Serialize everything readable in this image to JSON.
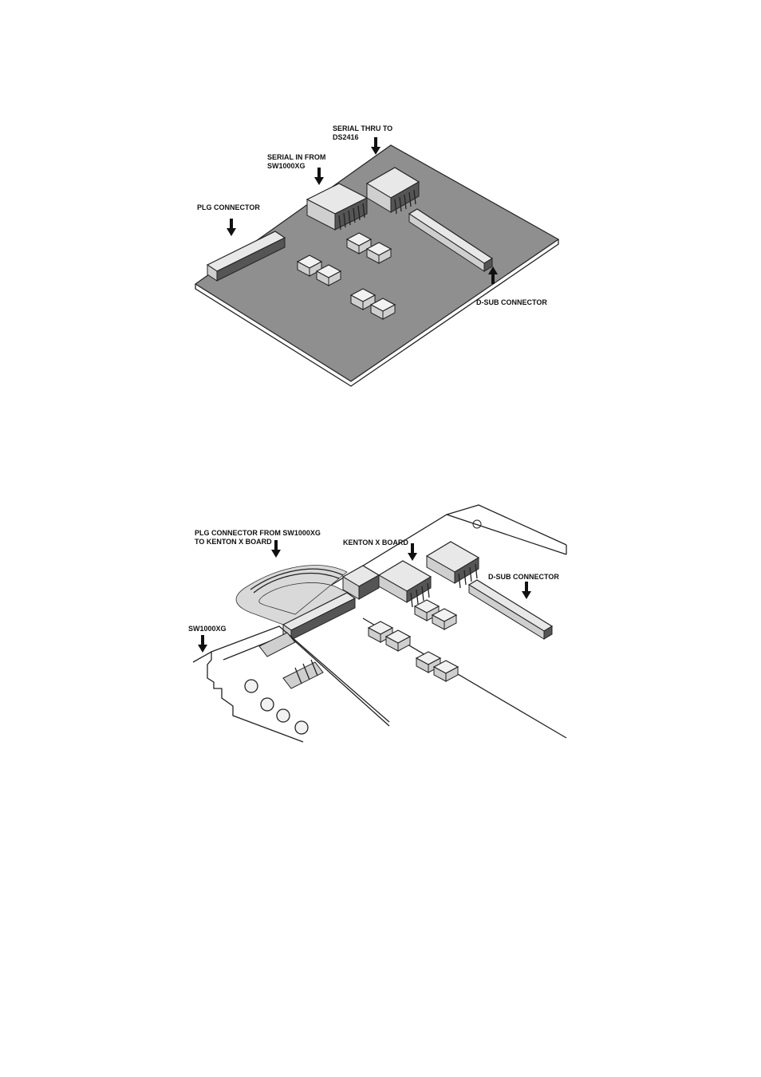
{
  "figure1": {
    "labels": {
      "serial_thru_line1": "SERIAL THRU TO",
      "serial_thru_line2": "DS2416",
      "serial_in_line1": "SERIAL IN FROM",
      "serial_in_line2": "SW1000XG",
      "plg_connector": "PLG CONNECTOR",
      "dsub_connector": "D-SUB CONNECTOR"
    }
  },
  "figure2": {
    "labels": {
      "plg_from_line1": "PLG CONNECTOR FROM SW1000XG",
      "plg_from_line2": "TO KENTON X BOARD",
      "kenton_board": "KENTON X BOARD",
      "dsub_connector": "D-SUB CONNECTOR",
      "sw1000xg": "SW1000XG"
    }
  },
  "colors": {
    "board": "#8f8f8f",
    "outline": "#222222",
    "component": "#f2f2f2"
  }
}
